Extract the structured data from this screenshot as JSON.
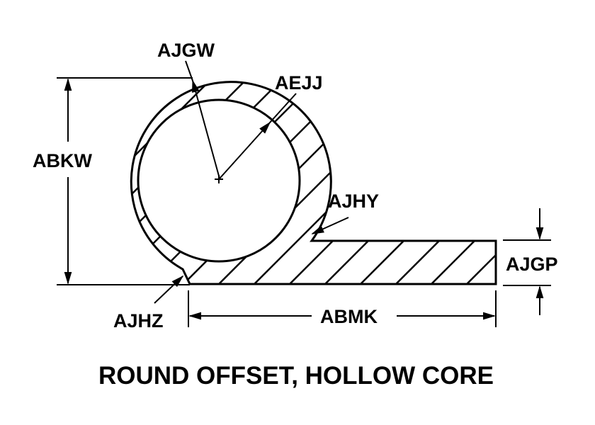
{
  "diagram": {
    "caption": "ROUND OFFSET, HOLLOW CORE",
    "labels": {
      "outer_radius": "AJGW",
      "inner_radius": "AEJJ",
      "overall_height": "ABKW",
      "fillet_top": "AJHY",
      "fillet_bottom": "AJHZ",
      "strip_thickness": "AJGP",
      "strip_length": "ABMK"
    },
    "colors": {
      "ink": "#000000",
      "background": "#ffffff"
    }
  }
}
